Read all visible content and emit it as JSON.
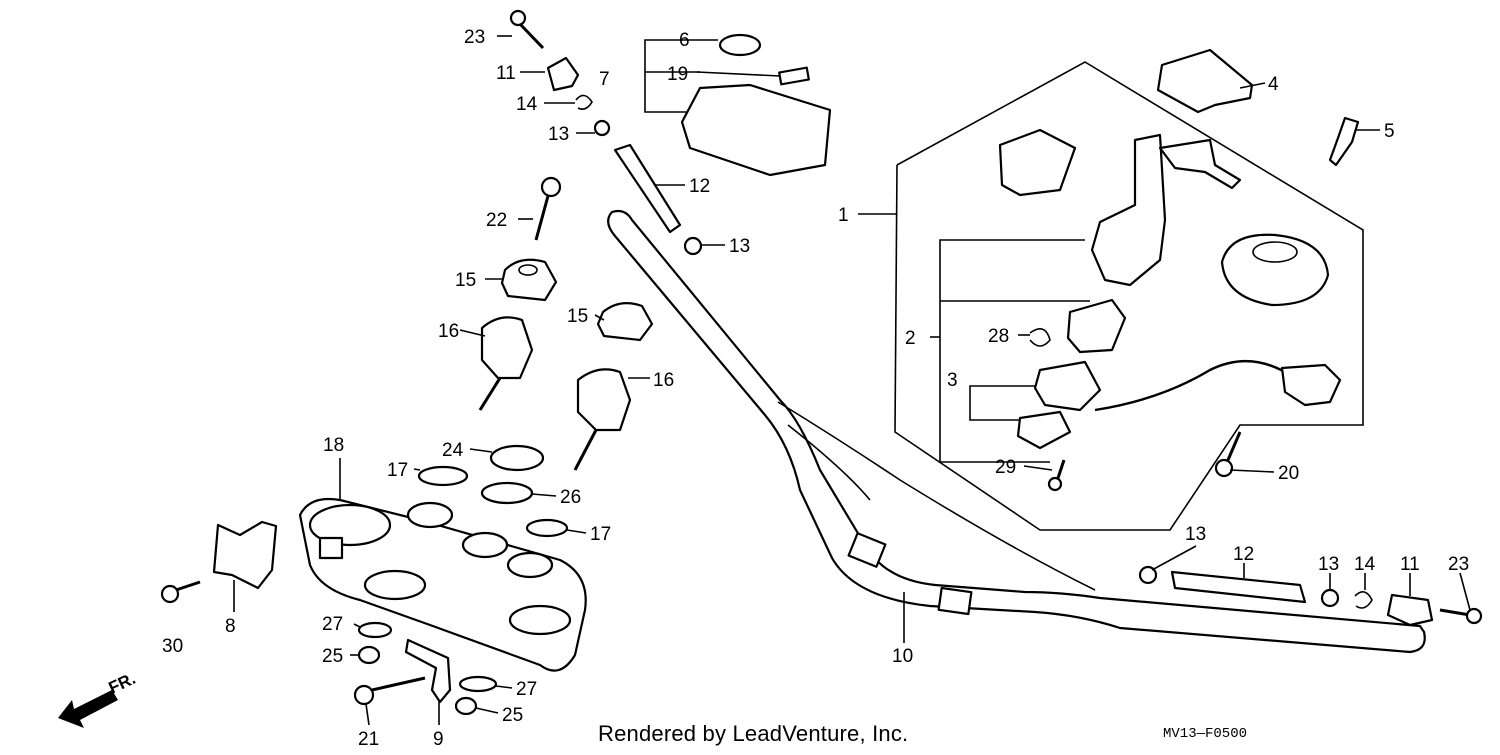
{
  "credit": "Rendered by LeadVenture, Inc.",
  "diagram_code": "MV13—F0500",
  "direction_label": "FR.",
  "callouts": [
    "1",
    "2",
    "3",
    "4",
    "5",
    "6",
    "7",
    "8",
    "9",
    "10",
    "11",
    "12",
    "13",
    "14",
    "15",
    "16",
    "17",
    "18",
    "19",
    "20",
    "21",
    "22",
    "23",
    "24",
    "25",
    "26",
    "27",
    "28",
    "29",
    "30"
  ]
}
